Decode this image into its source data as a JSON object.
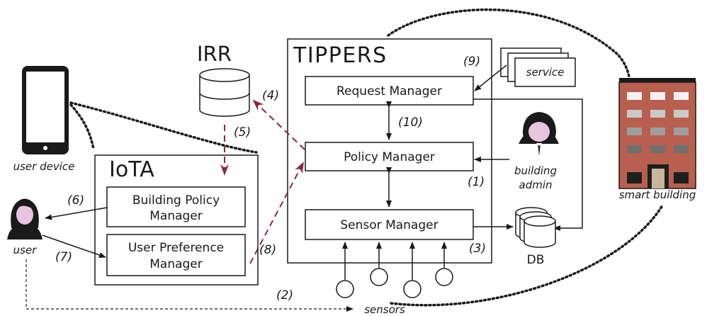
{
  "labels": {
    "irr": "IRR",
    "tippers": "TIPPERS",
    "iota": "IoTA",
    "request_manager": "Request Manager",
    "policy_manager": "Policy Manager",
    "sensor_manager": "Sensor Manager",
    "building_policy_line1": "Building Policy",
    "building_policy_line2": "Manager",
    "user_pref_line1": "User Preference",
    "user_pref_line2": "Manager",
    "service": "service",
    "user_device": "user device",
    "user": "user",
    "building_admin_line1": "building",
    "building_admin_line2": "admin",
    "smart_building": "smart building",
    "db": "DB",
    "sensors": "sensors"
  },
  "steps": {
    "s1": "(1)",
    "s2": "(2)",
    "s3": "(3)",
    "s4": "(4)",
    "s5": "(5)",
    "s6": "(6)",
    "s7": "(7)",
    "s8": "(8)",
    "s9": "(9)",
    "s10": "(10)"
  },
  "colors": {
    "ink": "#1a1a1a",
    "flow_red": "#8b2a35",
    "building_brick": "#b85f4f",
    "avatar_face": "#e9c4de"
  }
}
